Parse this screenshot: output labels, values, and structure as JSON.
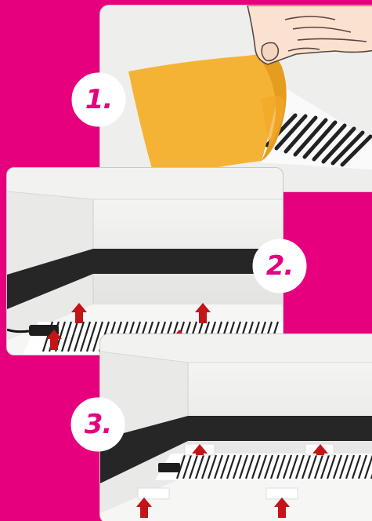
{
  "colors": {
    "background": "#e6007e",
    "panel": "#eeeeec",
    "panel_border": "#c8c8c8",
    "sheet": "#f5b335",
    "sheet_dark": "#e59d1f",
    "stripe": "#2a2a2a",
    "band": "#262626",
    "arrow": "#c41418",
    "badge_text": "#e6007e",
    "badge_bg": "#ffffff"
  },
  "steps": [
    {
      "number": "1.",
      "icon": "peel-backing-sheet-icon"
    },
    {
      "number": "2.",
      "icon": "place-heating-mat-icon"
    },
    {
      "number": "3.",
      "icon": "heating-mat-with-tape-icon"
    }
  ]
}
